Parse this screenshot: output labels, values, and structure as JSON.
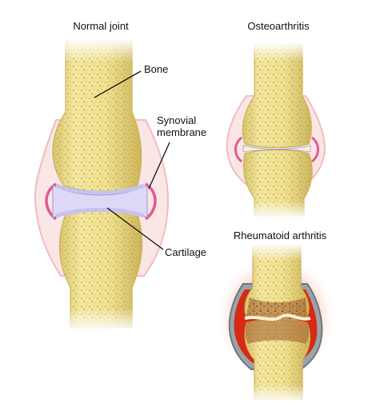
{
  "panels": {
    "normal": {
      "title": "Normal joint"
    },
    "osteo": {
      "title": "Osteoarthritis"
    },
    "rheum": {
      "title": "Rheumatoid arthritis"
    }
  },
  "callouts": {
    "bone": "Bone",
    "synovial_line1": "Synovial",
    "synovial_line2": "membrane",
    "cartilage": "Cartilage"
  },
  "colors": {
    "bone_fill": "#efe08e",
    "bone_edge": "#cdb55a",
    "capsule_pink": "#fbe6e6",
    "capsule_edge": "#f1bcc1",
    "synovial_membrane": "#e05a8c",
    "cartilage": "#c7c1ee",
    "cartilage_edge": "#9f95d8",
    "inflammation_red": "#d62a12",
    "inflammation_glow": "#f08a6a",
    "erosion_gray": "#8a9298"
  }
}
